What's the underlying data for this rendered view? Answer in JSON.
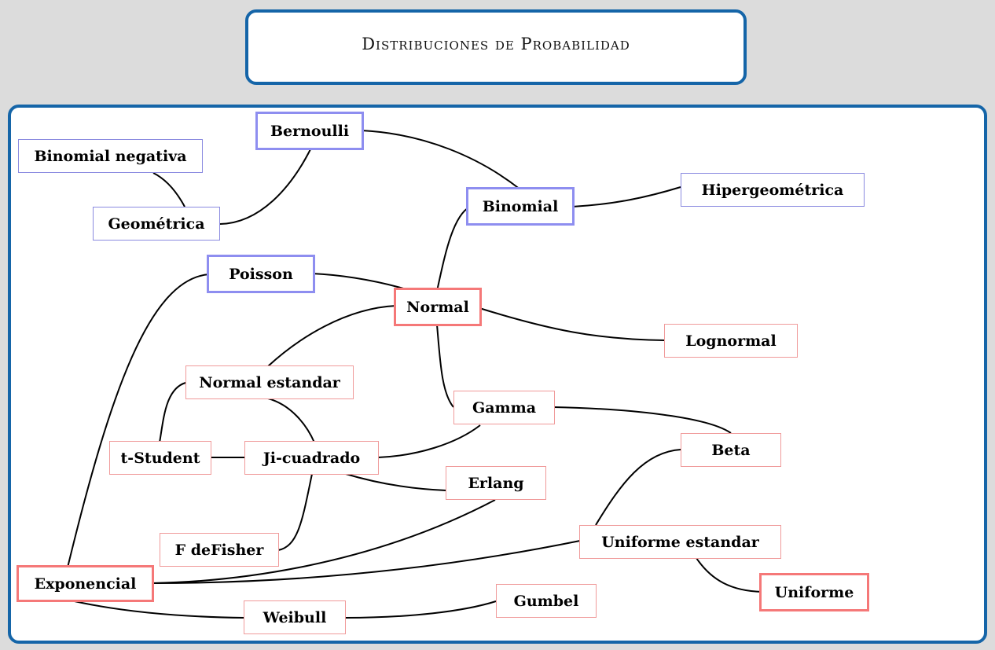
{
  "title": "Distribuciones de Probabilidad",
  "nodes": {
    "bernoulli": "Bernoulli",
    "binomial_negativa": "Binomial negativa",
    "geometrica": "Geométrica",
    "binomial": "Binomial",
    "hipergeometrica": "Hipergeométrica",
    "poisson": "Poisson",
    "normal": "Normal",
    "lognormal": "Lognormal",
    "normal_estandar": "Normal estandar",
    "gamma": "Gamma",
    "t_student": "t-Student",
    "ji_cuadrado": "Ji-cuadrado",
    "beta": "Beta",
    "erlang": "Erlang",
    "f_fisher": "F deFisher",
    "uniforme_estandar": "Uniforme estandar",
    "exponencial": "Exponencial",
    "uniforme": "Uniforme",
    "weibull": "Weibull",
    "gumbel": "Gumbel"
  },
  "colors": {
    "frame": "#1565a8",
    "discrete_border": "#8e8ef0",
    "continuous_border": "#f57878",
    "edge": "#000000"
  }
}
